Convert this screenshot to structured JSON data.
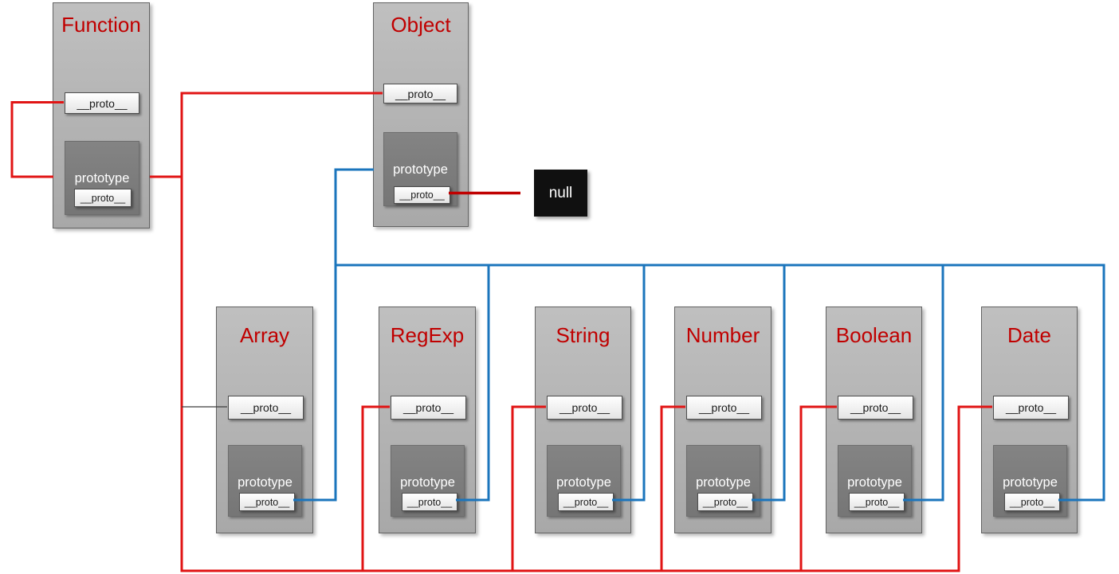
{
  "diagram": {
    "colors": {
      "background": "#ffffff",
      "box_fill": "#b5b5b5",
      "box_border": "#636363",
      "title_red": "#c00000",
      "prototype_fill": "#7c7c7c",
      "prototype_border": "#6d6d6d",
      "prototype_text": "#ffffff",
      "field_fill": "#fafafa",
      "field_border": "#4e4e4e",
      "field_text": "#1a1a1a",
      "wire_red": "#e11414",
      "wire_blue": "#1b75bc",
      "wire_dark_red": "#c00000",
      "wire_black": "#3c3c3c",
      "null_fill": "#101010",
      "null_text": "#ffffff"
    },
    "labels": {
      "proto": "__proto__",
      "prototype": "prototype",
      "null": "null"
    },
    "nodes": [
      {
        "id": "function",
        "title": "Function"
      },
      {
        "id": "object",
        "title": "Object"
      },
      {
        "id": "array",
        "title": "Array"
      },
      {
        "id": "regexp",
        "title": "RegExp"
      },
      {
        "id": "string",
        "title": "String"
      },
      {
        "id": "number",
        "title": "Number"
      },
      {
        "id": "boolean",
        "title": "Boolean"
      },
      {
        "id": "date",
        "title": "Date"
      }
    ],
    "edges": [
      {
        "from": "Function.__proto__",
        "to": "Function.prototype",
        "color": "red"
      },
      {
        "from": "Object.__proto__",
        "to": "Function.prototype",
        "color": "red"
      },
      {
        "from": "Array.__proto__",
        "to": "Function.prototype",
        "color": "black"
      },
      {
        "from": "RegExp.__proto__",
        "to": "Function.prototype",
        "color": "red"
      },
      {
        "from": "String.__proto__",
        "to": "Function.prototype",
        "color": "red"
      },
      {
        "from": "Number.__proto__",
        "to": "Function.prototype",
        "color": "red"
      },
      {
        "from": "Boolean.__proto__",
        "to": "Function.prototype",
        "color": "red"
      },
      {
        "from": "Date.__proto__",
        "to": "Function.prototype",
        "color": "red"
      },
      {
        "from": "Object.prototype.__proto__",
        "to": "null",
        "color": "dark_red"
      },
      {
        "from": "Array.prototype.__proto__",
        "to": "Object.prototype",
        "color": "blue"
      },
      {
        "from": "RegExp.prototype.__proto__",
        "to": "Object.prototype",
        "color": "blue"
      },
      {
        "from": "String.prototype.__proto__",
        "to": "Object.prototype",
        "color": "blue"
      },
      {
        "from": "Number.prototype.__proto__",
        "to": "Object.prototype",
        "color": "blue"
      },
      {
        "from": "Boolean.prototype.__proto__",
        "to": "Object.prototype",
        "color": "blue"
      },
      {
        "from": "Date.prototype.__proto__",
        "to": "Object.prototype",
        "color": "blue"
      }
    ]
  }
}
